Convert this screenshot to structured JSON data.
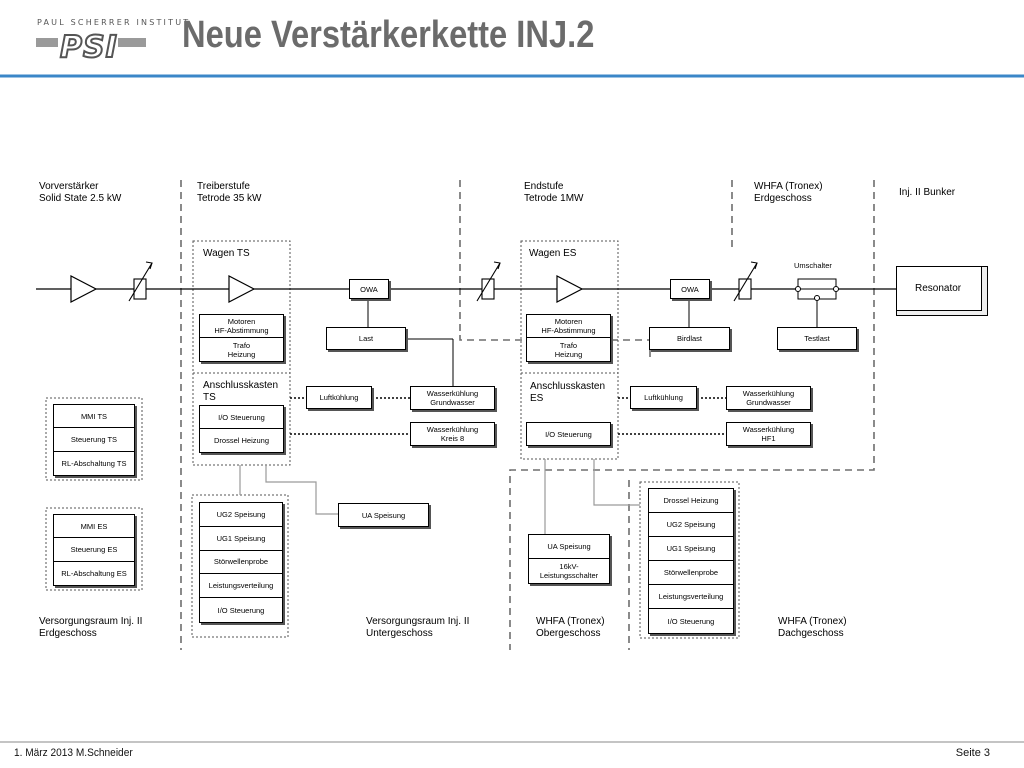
{
  "header": {
    "logo_org": "PAUL SCHERRER INSTITUT",
    "logo_mark": "PSI",
    "title": "Neue Verstärkerkette INJ.2"
  },
  "stages": {
    "vorverstaerker": [
      "Vorverstärker",
      "Solid State 2.5 kW"
    ],
    "treiberstufe": [
      "Treiberstufe",
      "Tetrode 35 kW"
    ],
    "endstufe": [
      "Endstufe",
      "Tetrode 1MW"
    ],
    "whfa_erd": [
      "WHFA (Tronex)",
      "Erdgeschoss"
    ],
    "bunker": "Inj. II Bunker"
  },
  "wagen_ts": {
    "title": "Wagen TS",
    "motoren": [
      "Motoren",
      "HF-Abstimmung"
    ],
    "trafo": [
      "Trafo",
      "Heizung"
    ],
    "anschluss": [
      "Anschlusskasten",
      "TS"
    ],
    "io": "I/O Steuerung",
    "drossel": "Drossel Heizung"
  },
  "wagen_es": {
    "title": "Wagen ES",
    "motoren": [
      "Motoren",
      "HF-Abstimmung"
    ],
    "trafo": [
      "Trafo",
      "Heizung"
    ],
    "anschluss": [
      "Anschlusskasten",
      "ES"
    ],
    "io": "I/O Steuerung"
  },
  "chain": {
    "owa1": "OWA",
    "owa2": "OWA",
    "last": "Last",
    "birdlast": "Birdlast",
    "umschalter": "Umschalter",
    "testlast": "Testlast",
    "resonator": "Resonator"
  },
  "cooling": {
    "luft1": "Luftkühlung",
    "wasser_gw1": [
      "Wasserkühlung",
      "Grundwasser"
    ],
    "wasser_k8": [
      "Wasserkühlung",
      "Kreis 8"
    ],
    "luft2": "Luftkühlung",
    "wasser_gw2": [
      "Wasserkühlung",
      "Grundwasser"
    ],
    "wasser_hf1": [
      "Wasserkühlung",
      "HF1"
    ]
  },
  "mmi_ts": [
    "MMI TS",
    "Steuerung TS",
    "RL-Abschaltung TS"
  ],
  "mmi_es": [
    "MMI ES",
    "Steuerung ES",
    "RL-Abschaltung ES"
  ],
  "ug_stack_1": [
    "UG2 Speisung",
    "UG1 Speisung",
    "Störwellenprobe",
    "Leistungsverteilung",
    "I/O Steuerung"
  ],
  "ua_speisung_1": "UA Speisung",
  "ua_stack_2": [
    "UA Speisung",
    "16kV-\nLeistungsschalter"
  ],
  "dach_stack": [
    "Drossel Heizung",
    "UG2 Speisung",
    "UG1 Speisung",
    "Störwellenprobe",
    "Leistungsverteilung",
    "I/O Steuerung"
  ],
  "rooms": {
    "vers_erd": [
      "Versorgungsraum Inj. II",
      "Erdgeschoss"
    ],
    "vers_unter": [
      "Versorgungsraum Inj. II",
      "Untergeschoss"
    ],
    "whfa_ober": [
      "WHFA (Tronex)",
      "Obergeschoss"
    ],
    "whfa_dach": [
      "WHFA (Tronex)",
      "Dachgeschoss"
    ]
  },
  "footer": {
    "left": "1. März 2013 M.Schneider",
    "right": "Seite 3"
  },
  "colors": {
    "title": "#6b6b6b",
    "rule": "#3b87c8",
    "dashed": "#6e6e6e",
    "connector": "#9a9a9a"
  }
}
